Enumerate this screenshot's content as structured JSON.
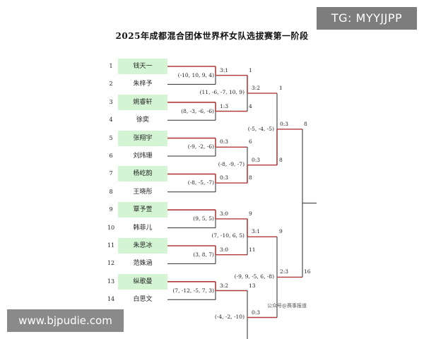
{
  "title": "2025年成都混合团体世界杯女队选拔赛第一阶段",
  "players": [
    {
      "seed": "1",
      "name": "钱天一",
      "winner": true
    },
    {
      "seed": "2",
      "name": "朱梓予",
      "winner": false
    },
    {
      "seed": "3",
      "name": "姚睿轩",
      "winner": true
    },
    {
      "seed": "4",
      "name": "徐奕",
      "winner": false
    },
    {
      "seed": "5",
      "name": "张翔宇",
      "winner": true
    },
    {
      "seed": "6",
      "name": "刘炜珊",
      "winner": false
    },
    {
      "seed": "7",
      "name": "杨屹韵",
      "winner": true
    },
    {
      "seed": "8",
      "name": "王晓彤",
      "winner": false
    },
    {
      "seed": "9",
      "name": "覃予萱",
      "winner": true
    },
    {
      "seed": "10",
      "name": "韩菲儿",
      "winner": false
    },
    {
      "seed": "11",
      "name": "朱思冰",
      "winner": true
    },
    {
      "seed": "12",
      "name": "范姝涵",
      "winner": false
    },
    {
      "seed": "13",
      "name": "纵歌曼",
      "winner": true
    },
    {
      "seed": "14",
      "name": "白思文",
      "winner": false
    }
  ],
  "round1": [
    {
      "scores": "(-10, 10, 9, 4)",
      "result": "3:1",
      "winner_seed": "1"
    },
    {
      "scores": "(8, -3, -6, -6)",
      "result": "1:3",
      "winner_seed": "4"
    },
    {
      "scores": "(-9, -2, -6)",
      "result": "0:3",
      "winner_seed": "6"
    },
    {
      "scores": "(-8, -5, -7)",
      "result": "0:3",
      "winner_seed": "8"
    },
    {
      "scores": "(9, 5, 5)",
      "result": "3:0",
      "winner_seed": "9"
    },
    {
      "scores": "(3, 8, 7)",
      "result": "3:0",
      "winner_seed": "11"
    },
    {
      "scores": "(7, -12, -5, 7, 3)",
      "result": "3:2",
      "winner_seed": "13"
    }
  ],
  "round2": [
    {
      "scores": "(11, -6, -7, 10, 9)",
      "result": "3:2",
      "winner_seed": "1"
    },
    {
      "scores": "(-8, -9, -7)",
      "result": "0:3",
      "winner_seed": "8"
    },
    {
      "scores": "(7, -10, 6, 5)",
      "result": "3:1",
      "winner_seed": "9"
    },
    {
      "scores": "(-4, -2, -10)",
      "result": "0:3",
      "winner_seed": ""
    }
  ],
  "round3": [
    {
      "scores": "(-5, -4, -5)",
      "result": "0:3",
      "winner_seed": "8"
    },
    {
      "scores": "(-9, 9, -5, 6, -8)",
      "result": "2:3",
      "winner_seed": "16"
    }
  ],
  "watermarks": {
    "tg": "TG: MYYJJPP",
    "site": "www.bjpudie.com",
    "caption": "公众号@赛事报道"
  }
}
